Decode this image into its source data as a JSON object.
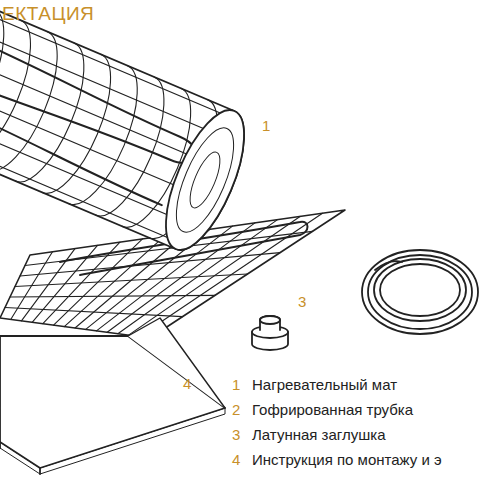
{
  "diagram": {
    "title": "ЕКТАЦИЯ",
    "labels": [
      "1",
      "3",
      "4",
      "1",
      "Нагревательный мат",
      "2",
      "Гофрированная трубка",
      "3",
      "Латунная заглушка",
      "4",
      "Инструкция по монтажу и э"
    ]
  }
}
